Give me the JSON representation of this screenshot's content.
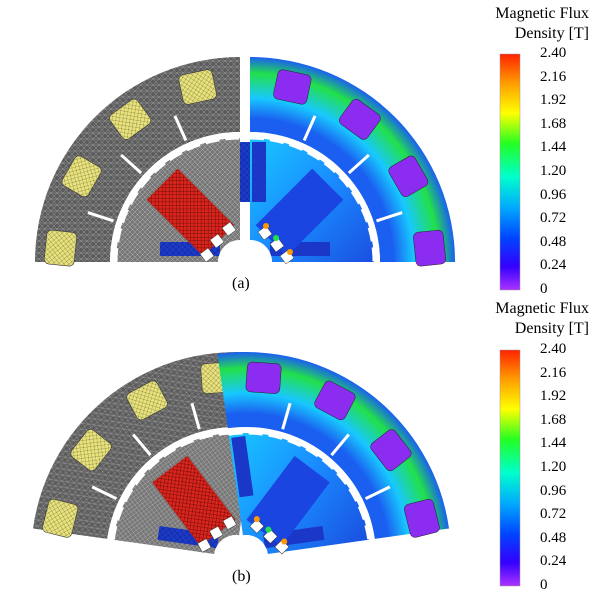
{
  "panels": [
    {
      "id": "a",
      "caption": "(a)"
    },
    {
      "id": "b",
      "caption": "(b)"
    }
  ],
  "colorbar": {
    "title_line1": "Magnetic Flux",
    "title_line2": "Density [T]",
    "ticks": [
      "2.40",
      "2.16",
      "1.92",
      "1.68",
      "1.44",
      "1.20",
      "0.96",
      "0.72",
      "0.48",
      "0.24",
      "0"
    ],
    "stops": [
      "#ff2200",
      "#ff9900",
      "#ffff00",
      "#22ff22",
      "#00ffcc",
      "#00aaff",
      "#0044ff",
      "#3300ff",
      "#aa33ff"
    ]
  },
  "colors": {
    "stator_mesh": "#5a5a5a",
    "rotor_mesh": "#707070",
    "winding_mesh": "#e6e07a",
    "pm_dark": "#1a37c8",
    "pm_red": "#d8241c",
    "field_green": "#22e04a",
    "field_cyan": "#18c8ff",
    "field_blue": "#1a5ff0",
    "field_purple": "#8b2cf0"
  }
}
